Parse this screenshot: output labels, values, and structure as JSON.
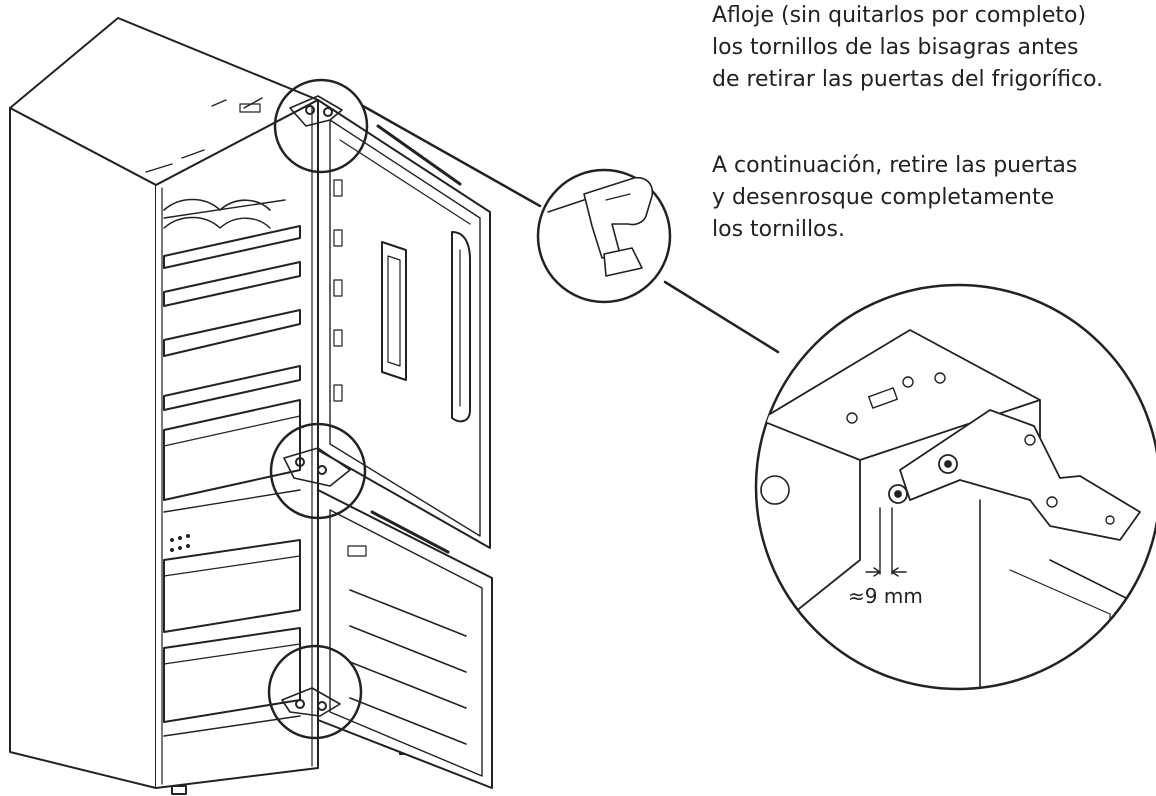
{
  "instructions": {
    "paragraph_1": [
      "Afloje (sin quitarlos por completo)",
      "los tornillos de las bisagras antes",
      "de retirar las puertas del frigorífico."
    ],
    "paragraph_2": [
      "A continuación, retire las puertas",
      "y desenrosque completamente",
      "los tornillos."
    ]
  },
  "detail": {
    "dimension_label": "≈9 mm"
  },
  "icons": [
    "cordless-screwdriver-icon"
  ]
}
